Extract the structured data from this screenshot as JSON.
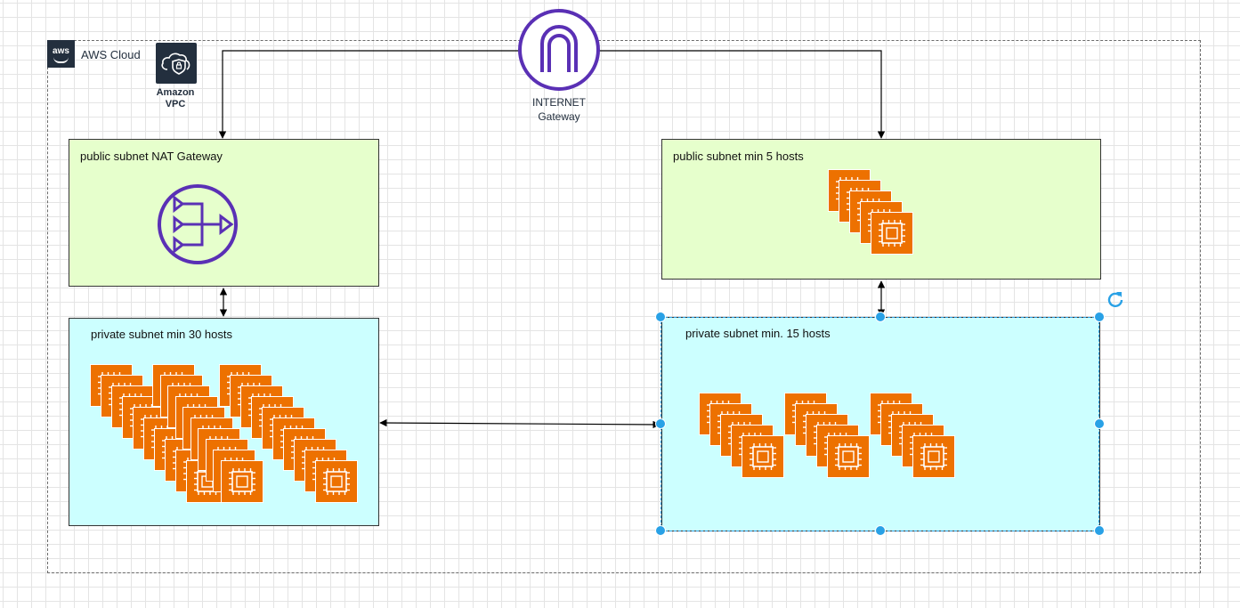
{
  "cloud": {
    "label": "AWS Cloud",
    "logo_text": "aws",
    "border_color": "#6b6b6b"
  },
  "vpc": {
    "label_line1": "Amazon",
    "label_line2": "VPC",
    "icon": "vpc-shield-icon"
  },
  "internet_gateway": {
    "label_line1": "INTERNET",
    "label_line2": "Gateway",
    "icon": "internet-gateway-icon",
    "color": "#5a30b5"
  },
  "subnets": {
    "nat": {
      "label": "public subnet NAT Gateway",
      "type": "public",
      "icon": "nat-gateway-icon"
    },
    "public_hosts": {
      "label": "public subnet min 5 hosts",
      "type": "public",
      "instance_count": 5
    },
    "private_30": {
      "label": "private subnet min 30 hosts",
      "type": "private",
      "instance_count": 30
    },
    "private_15": {
      "label": "private subnet min. 15 hosts",
      "type": "private",
      "instance_count": 15,
      "selected": true
    }
  },
  "colors": {
    "public_fill": "#e6ffcc",
    "private_fill": "#ccffff",
    "instance_fill": "#ed7100",
    "selection": "#29a1e6",
    "aws_dark": "#232f3e"
  },
  "instance_icon": "ec2-instance-icon"
}
